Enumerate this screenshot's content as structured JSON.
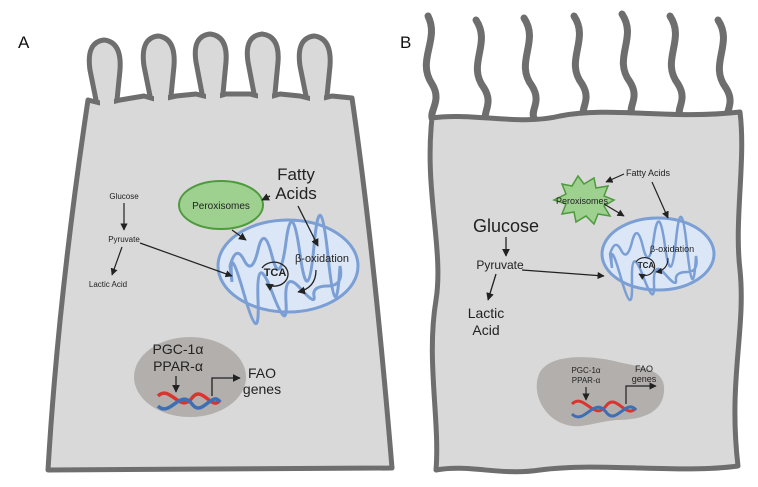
{
  "panel_a": {
    "letter": "A",
    "fatty_acids_line1": "Fatty",
    "fatty_acids_line2": "Acids",
    "peroxisomes": "Peroxisomes",
    "glucose": "Glucose",
    "pyruvate": "Pyruvate",
    "lactic_acid": "Lactic Acid",
    "beta_oxidation": "β-oxidation",
    "tca": "TCA",
    "pgc": "PGC-1α",
    "ppar": "PPAR-α",
    "fao_line1": "FAO",
    "fao_line2": "genes"
  },
  "panel_b": {
    "letter": "B",
    "fatty_acids": "Fatty Acids",
    "peroxisomes": "Peroxisomes",
    "glucose": "Glucose",
    "pyruvate": "Pyruvate",
    "lactic_line1": "Lactic",
    "lactic_line2": "Acid",
    "beta_oxidation": "β-oxidation",
    "tca": "TCA",
    "pgc": "PGC-1α",
    "ppar": "PPAR-α",
    "fao_line1": "FAO",
    "fao_line2": "genes"
  },
  "colors": {
    "cell_fill": "#d9d9d9",
    "cell_stroke": "#6e6e6e",
    "nucleus_fill": "#b3afad",
    "peroxisome_fill": "#9ed090",
    "peroxisome_stroke": "#4e9a3c",
    "mito_fill": "#dbe7f6",
    "mito_stroke": "#7b9fd4",
    "dna_red": "#d9352f",
    "dna_blue": "#3d6fb5"
  }
}
